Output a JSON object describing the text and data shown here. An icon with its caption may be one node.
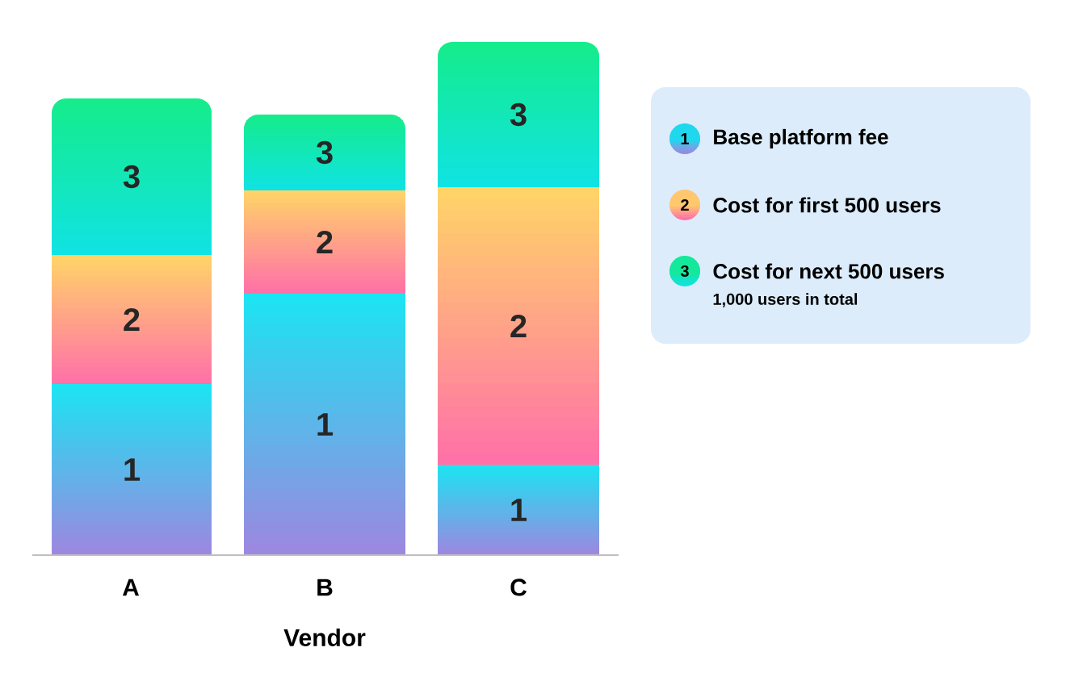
{
  "diagram": {
    "labels": [
      "3",
      "2",
      "1",
      "3",
      "2",
      "1",
      "3",
      "2",
      "1",
      "A",
      "B",
      "C",
      "Vendor",
      "1",
      "2",
      "3",
      "1,000 users in total"
    ],
    "legend": [
      {
        "text": "Base platform fee",
        "color": "#1fd8ee"
      },
      {
        "text": "Cost for first 500 users",
        "color": "#ffc76e"
      },
      {
        "text": "Cost for next 500 users",
        "color": "#14e89a"
      }
    ]
  }
}
